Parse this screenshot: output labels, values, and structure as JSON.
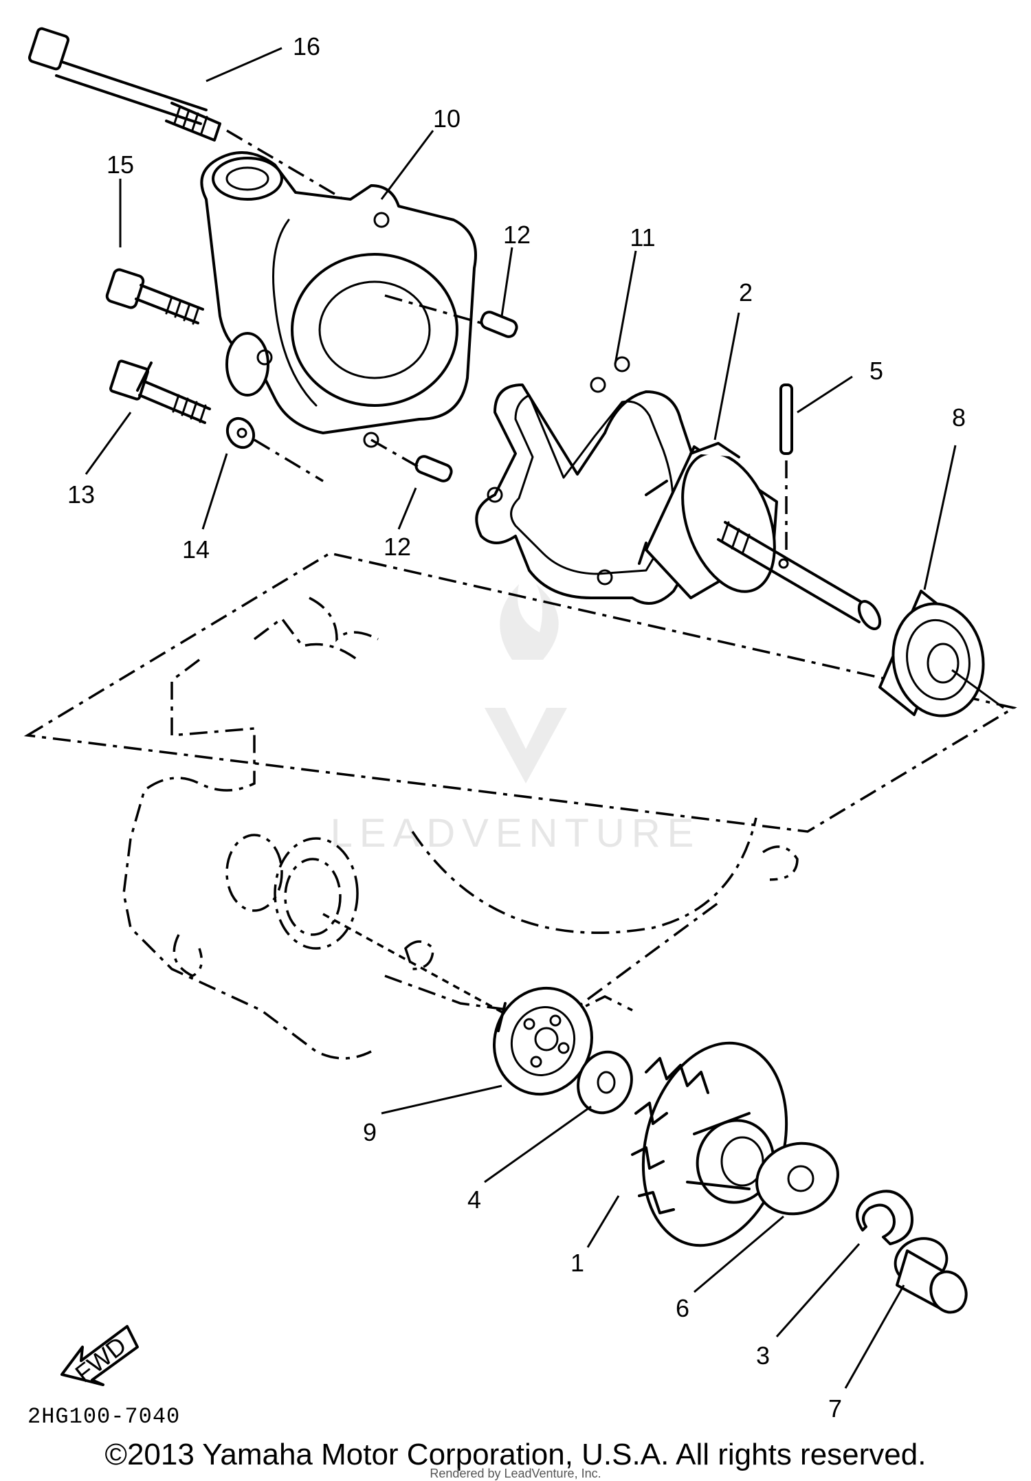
{
  "diagram": {
    "callouts": {
      "c1": "1",
      "c2": "2",
      "c3": "3",
      "c4": "4",
      "c5": "5",
      "c6": "6",
      "c7": "7",
      "c8": "8",
      "c9": "9",
      "c10": "10",
      "c11": "11",
      "c12a": "12",
      "c12b": "12",
      "c13": "13",
      "c14": "14",
      "c15": "15",
      "c16": "16"
    },
    "fwd_label": "FWD",
    "diagram_code": "2HG100-7040",
    "watermark": "LEADVENTURE"
  },
  "footer": {
    "copyright": "©2013 Yamaha Motor Corporation, U.S.A. All rights reserved.",
    "rendered_by": "Rendered by LeadVenture, Inc."
  }
}
